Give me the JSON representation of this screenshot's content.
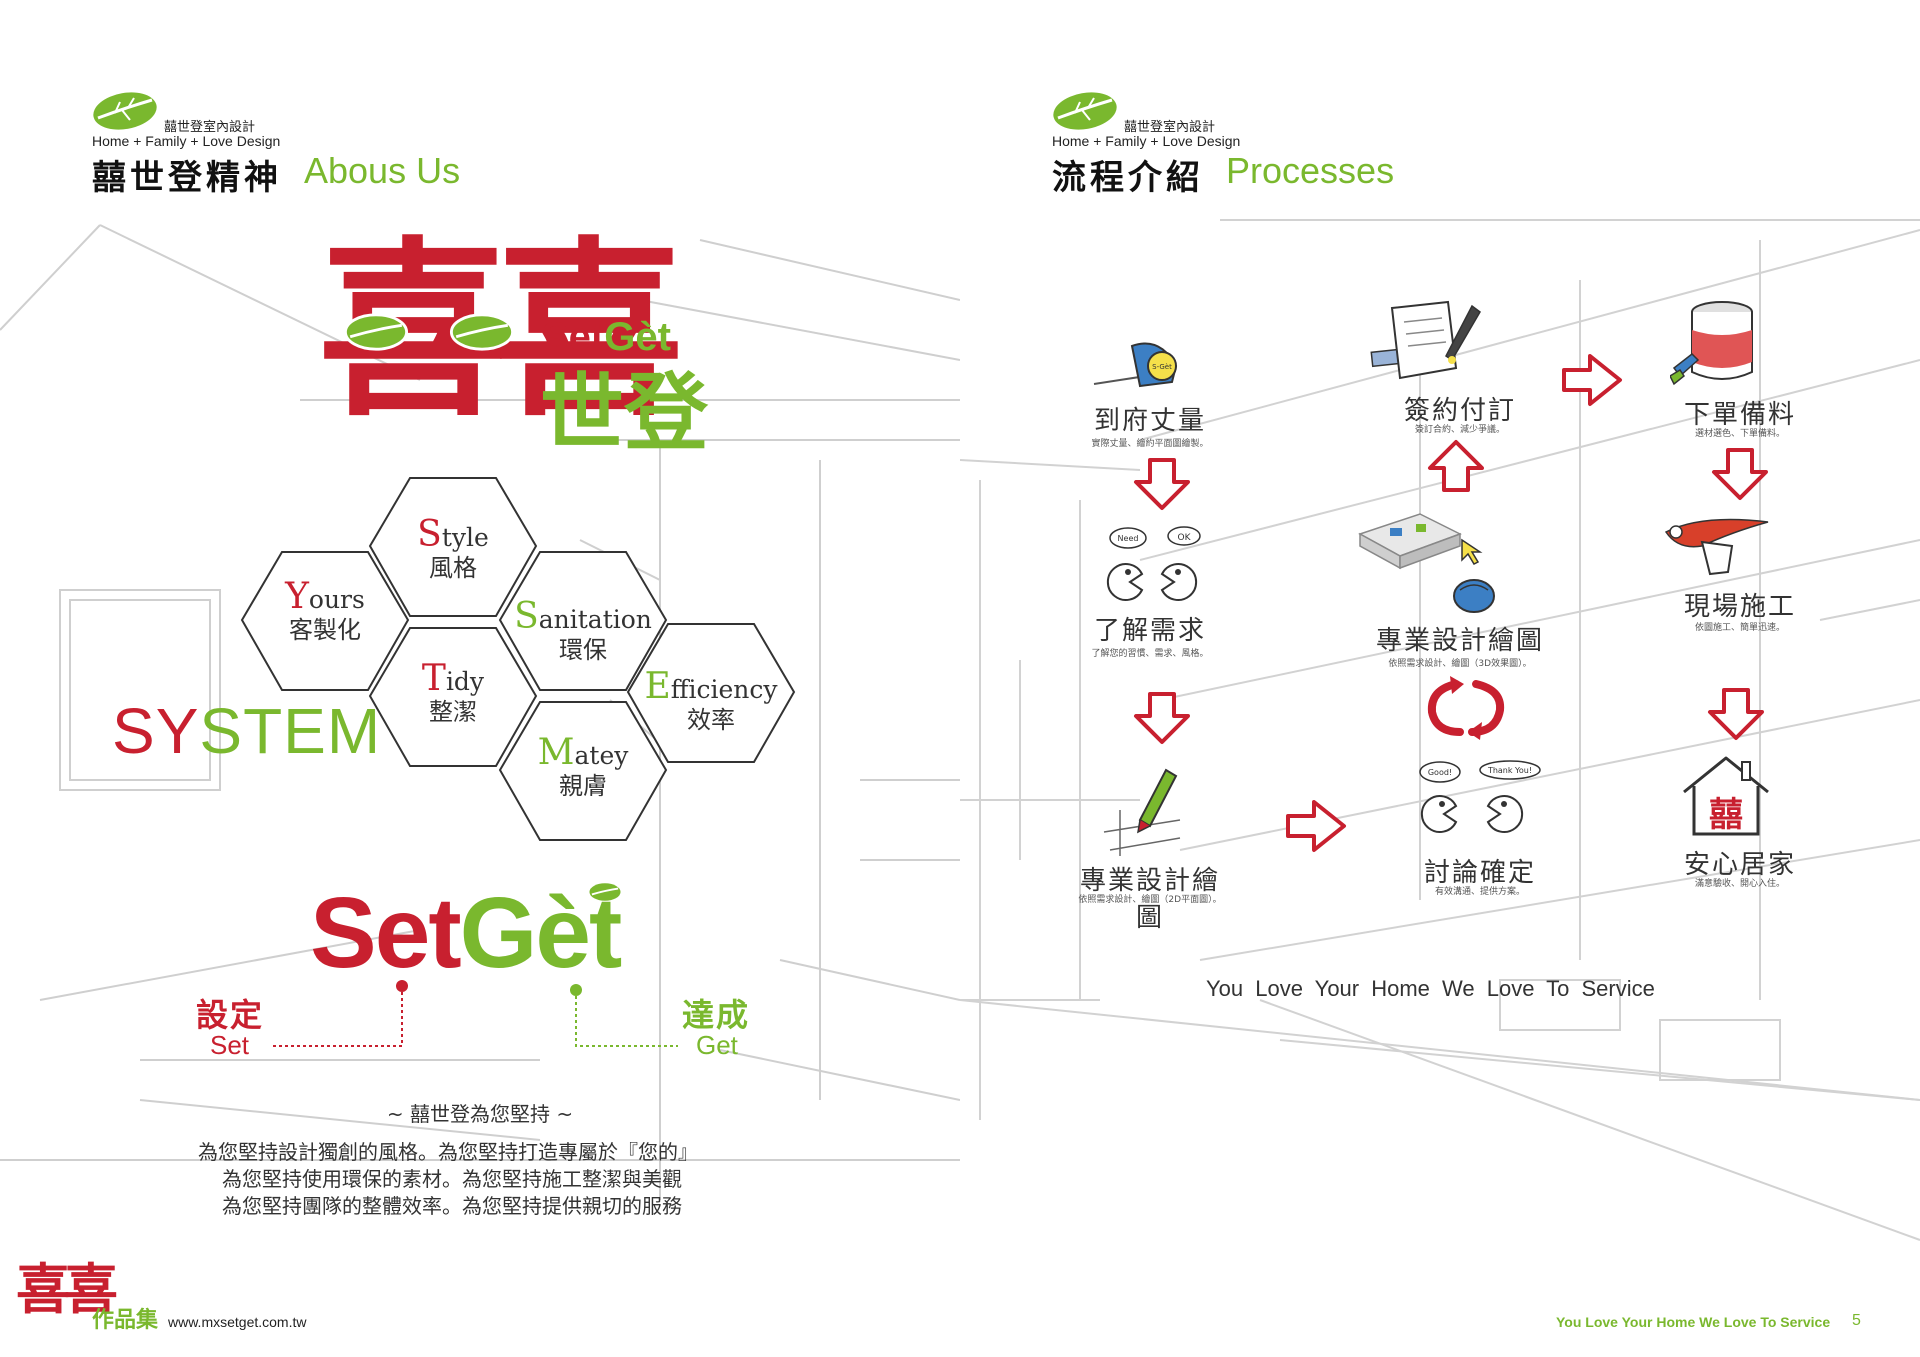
{
  "brand": {
    "name_cn": "囍世登室內設計",
    "tagline": "Home + Family + Love Design"
  },
  "left_page": {
    "heading_cn": "囍世登精神",
    "heading_en": "Abous Us",
    "logo_chars": "喜喜",
    "logo_set": "Set",
    "logo_get": "Gèt",
    "logo_cn": "世登",
    "system_red": "SY",
    "system_green": "STEM",
    "hexagons": [
      {
        "initial": "S",
        "rest": "tyle",
        "cn": "風格",
        "initial_color": "red"
      },
      {
        "initial": "Y",
        "rest": "ours",
        "cn": "客製化",
        "initial_color": "red"
      },
      {
        "initial": "S",
        "rest": "anitation",
        "cn": "環保",
        "initial_color": "green"
      },
      {
        "initial": "T",
        "rest": "idy",
        "cn": "整潔",
        "initial_color": "red"
      },
      {
        "initial": "E",
        "rest": "fficiency",
        "cn": "效率",
        "initial_color": "green"
      },
      {
        "initial": "M",
        "rest": "atey",
        "cn": "親膚",
        "initial_color": "green"
      }
    ],
    "setget_set": "Set",
    "setget_get": "Gèt",
    "set_cn": "設定",
    "set_en": "Set",
    "get_cn": "達成",
    "get_en": "Get",
    "motto_title": "~ 囍世登為您堅持 ~",
    "motto_lines": [
      "為您堅持設計獨創的風格。為您堅持打造專屬於『您的』",
      "為您堅持使用環保的素材。為您堅持施工整潔與美觀",
      "為您堅持團隊的整體效率。為您堅持提供親切的服務"
    ]
  },
  "right_page": {
    "heading_cn": "流程介紹",
    "heading_en": "Processes",
    "steps": [
      {
        "title": "到府丈量",
        "sub": "實際丈量、繪約平面圖繪製。"
      },
      {
        "title": "了解需求",
        "sub": "了解您的習慣、需求、風格。"
      },
      {
        "title": "專業設計繪圖",
        "sub": "依照需求設計、繪圖（2D平面圖）。"
      },
      {
        "title": "討論確定",
        "sub": "有效溝通、提供方案。"
      },
      {
        "title": "專業設計繪圖",
        "sub": "依照需求設計、繪圖（3D效果圖）。"
      },
      {
        "title": "簽約付訂",
        "sub": "簽訂合約、減少爭議。"
      },
      {
        "title": "下單備料",
        "sub": "選材選色、下單備料。"
      },
      {
        "title": "現場施工",
        "sub": "依圖施工、簡單迅速。"
      },
      {
        "title": "安心居家",
        "sub": "滿意驗收、開心入住。"
      }
    ],
    "bubble_need": "Need",
    "bubble_ok": "OK",
    "bubble_good": "Good!",
    "bubble_thanks": "Thank You!",
    "tape_label": "S-Gèt",
    "house_chars": "囍",
    "slogan": "You Love Your Home We Love To Service"
  },
  "footer": {
    "logo_chars": "喜喜",
    "collection": "作品集",
    "url": "www.mxsetget.com.tw",
    "slogan": "You Love Your Home We Love To Service",
    "page_number": "5"
  },
  "colors": {
    "brand_red": "#c8202f",
    "brand_green": "#7ab82e"
  }
}
